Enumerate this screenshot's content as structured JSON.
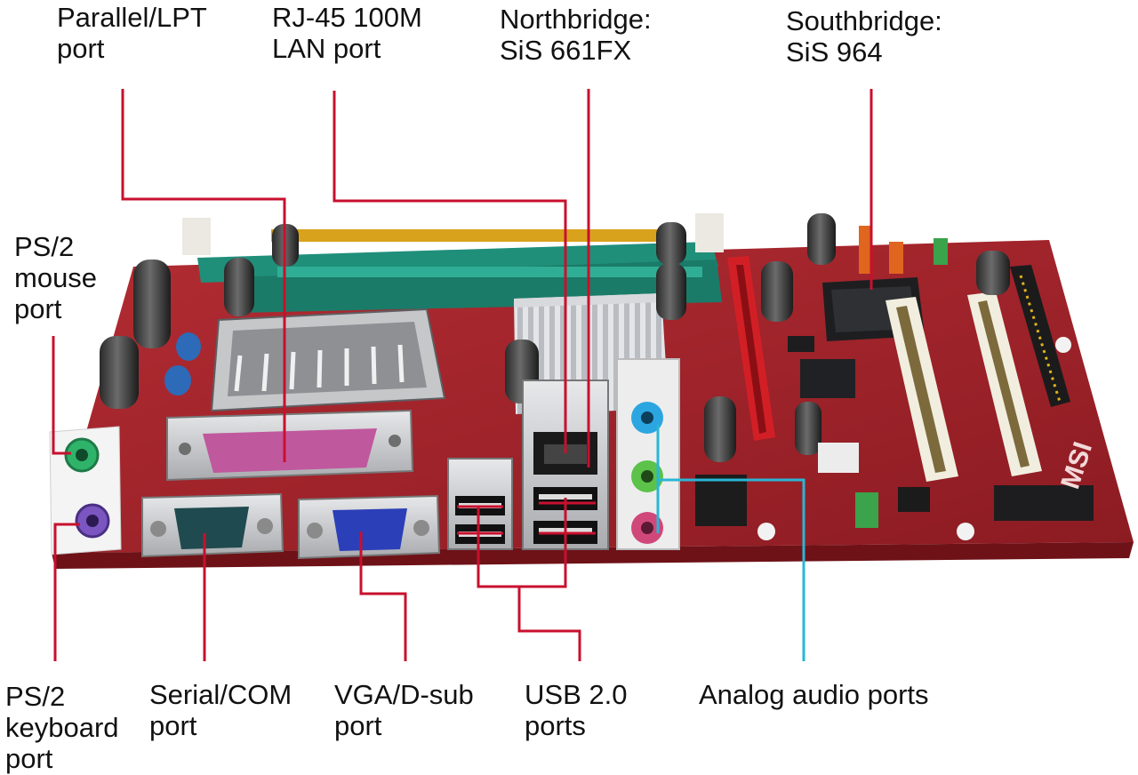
{
  "labels": {
    "parallel": [
      "Parallel/LPT",
      "port"
    ],
    "rj45": [
      "RJ-45 100M",
      "LAN port"
    ],
    "northbridge": [
      "Northbridge:",
      "SiS 661FX"
    ],
    "southbridge": [
      "Southbridge:",
      "SiS 964"
    ],
    "ps2_mouse": [
      "PS/2",
      "mouse",
      "port"
    ],
    "ps2_keyboard": [
      "PS/2",
      "keyboard",
      "port"
    ],
    "serial": [
      "Serial/COM",
      "port"
    ],
    "vga": [
      "VGA/D-sub",
      "port"
    ],
    "usb": [
      "USB 2.0",
      "ports"
    ],
    "audio": [
      "Analog audio ports"
    ]
  },
  "board_marking": "MSI",
  "colors": {
    "leader_line": "#c8102e",
    "audio_leader_line": "#29b6d6",
    "pcb": "#a3232b",
    "dimm_slot": "#1f8f7a",
    "pcie_slot": "#d21f26",
    "pci_slot": "#f2eedf",
    "parallel_port": "#c0589e",
    "vga_port": "#2b3fb8",
    "serial_port": "#1f4a4f",
    "ps2_mouse": "#2fb36a",
    "ps2_keyboard": "#7c56c0",
    "audio_blue": "#2ba6e0",
    "audio_green": "#5cc24a",
    "audio_pink": "#d0487a"
  },
  "icons": {
    "board": "motherboard-illustration"
  }
}
